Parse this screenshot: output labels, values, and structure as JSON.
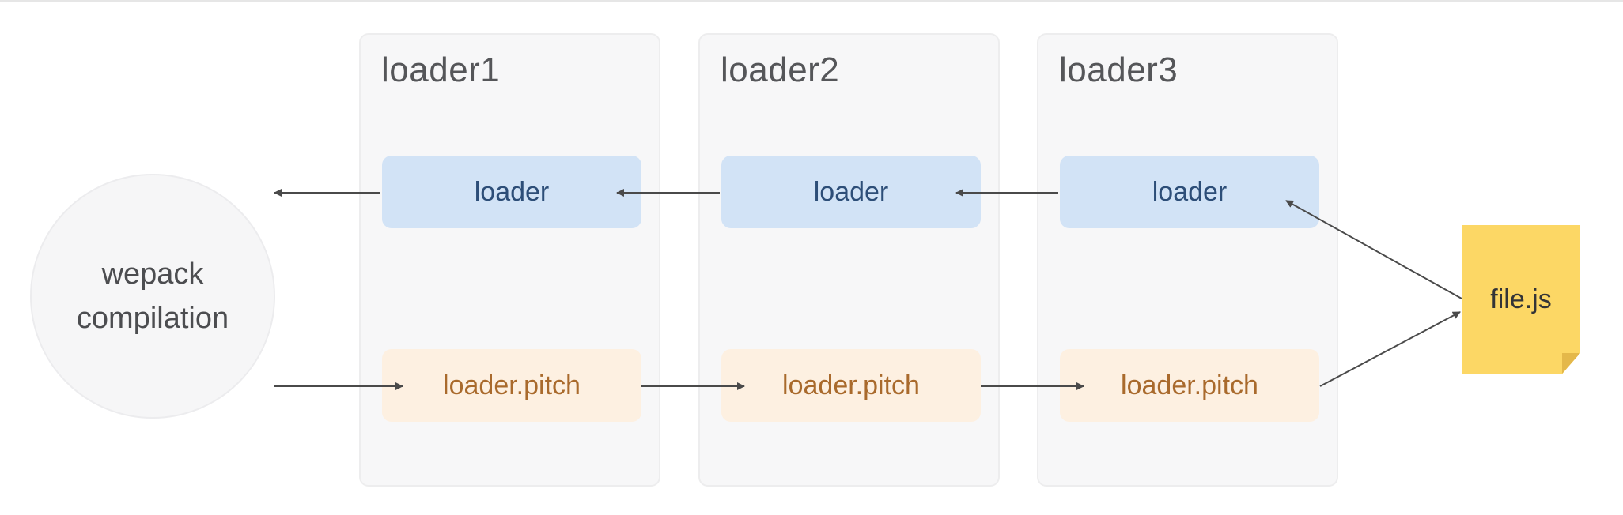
{
  "columns": [
    {
      "title": "loader1",
      "normal_label": "loader",
      "pitch_label": "loader.pitch"
    },
    {
      "title": "loader2",
      "normal_label": "loader",
      "pitch_label": "loader.pitch"
    },
    {
      "title": "loader3",
      "normal_label": "loader",
      "pitch_label": "loader.pitch"
    }
  ],
  "compilation": {
    "line1": "wepack",
    "line2": "compilation"
  },
  "file": {
    "label": "file.js"
  },
  "colors": {
    "column_bg": "#f7f7f8",
    "normal_bg": "#d2e3f6",
    "normal_text": "#2d4e78",
    "pitch_bg": "#fdf0e1",
    "pitch_text": "#a96a2c",
    "file_bg": "#fcd765",
    "arrow": "#4a4a4a"
  }
}
